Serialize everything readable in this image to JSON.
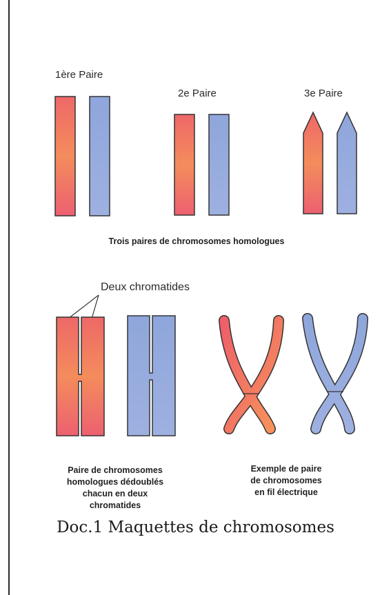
{
  "top": {
    "pair1_label": "1ère Paire",
    "pair2_label": "2e Paire",
    "pair3_label": "3e Paire",
    "caption": "Trois paires de chromosomes homologues"
  },
  "bottom": {
    "chromatids_label": "Deux chromatides",
    "left_caption": "Paire de chromosomes\nhomologues dédoublés\nchacun en deux\nchromatides",
    "right_caption": "Exemple de paire\nde chromosomes\nen fil électrique"
  },
  "doc_caption": "Doc.1  Maquettes de chromosomes",
  "colors": {
    "maternal_red": "#ec5a5a",
    "maternal_orange": "#f4865a",
    "paternal_blue": "#93a9dc",
    "outline": "#333333"
  }
}
